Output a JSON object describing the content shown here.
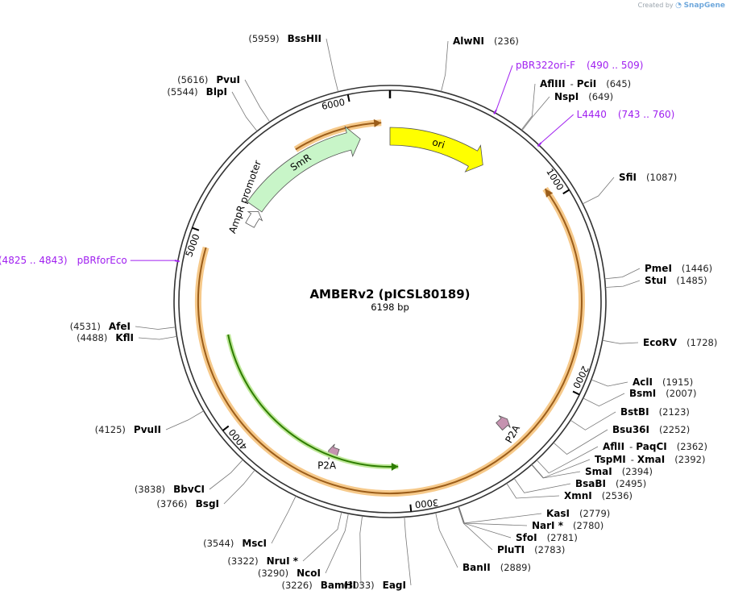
{
  "credit": {
    "prefix": "Created by",
    "brand": "SnapGene"
  },
  "plasmid": {
    "name": "AMBERv2 (pICSL80189)",
    "length_label": "6198 bp",
    "length": 6198
  },
  "ticks": [
    {
      "pos": 1000,
      "label": "1000"
    },
    {
      "pos": 2000,
      "label": "2000"
    },
    {
      "pos": 3000,
      "label": "3000"
    },
    {
      "pos": 4000,
      "label": "4000"
    },
    {
      "pos": 5000,
      "label": "5000"
    },
    {
      "pos": 6000,
      "label": "6000"
    }
  ],
  "features": [
    {
      "name": "ori",
      "label": "ori",
      "type": "ori",
      "color": "#ffff00",
      "start": 0,
      "end": 589,
      "strand": 1
    },
    {
      "name": "SmR",
      "label": "SmR",
      "type": "cds",
      "color": "#c8f5c8",
      "start": 5250,
      "end": 6020,
      "strand": 1
    },
    {
      "name": "AmpR promoter",
      "label": "AmpR promoter",
      "type": "promoter",
      "color": "#ffffff",
      "start": 5140,
      "end": 5240,
      "strand": 1
    },
    {
      "name": "P2A",
      "label": "P2A",
      "type": "small",
      "color": "#c593b0",
      "start": 2325,
      "end": 2390,
      "strand": -1
    },
    {
      "name": "P2A",
      "label": "P2A",
      "type": "small",
      "color": "#c593b0",
      "start": 3425,
      "end": 3485,
      "strand": 1
    },
    {
      "name": "green-orf",
      "label": "",
      "type": "orf",
      "color": "#2e8b00",
      "start": 3050,
      "end": 4450,
      "strand": -1
    }
  ],
  "orfs": [
    {
      "start": 5650,
      "end": 6150,
      "strand": 1
    },
    {
      "start": 930,
      "end": 4930,
      "strand": -1
    }
  ],
  "primers": [
    {
      "name": "pBR322ori-F",
      "range": "(490 .. 509)",
      "pos": 500
    },
    {
      "name": "L4440",
      "range": "(743 .. 760)",
      "pos": 751
    },
    {
      "name": "pBRforEco",
      "range": "(4825 .. 4843)",
      "pos": 4834
    }
  ],
  "sites": [
    {
      "name": "AlwNI",
      "pos": "(236)",
      "bp": 236
    },
    {
      "name": "AflIII",
      "sep": "-",
      "name2": "PciI",
      "pos": "(645)",
      "bp": 645
    },
    {
      "name": "NspI",
      "pos": "(649)",
      "bp": 649
    },
    {
      "name": "SfiI",
      "pos": "(1087)",
      "bp": 1087
    },
    {
      "name": "PmeI",
      "pos": "(1446)",
      "bp": 1446
    },
    {
      "name": "StuI",
      "pos": "(1485)",
      "bp": 1485
    },
    {
      "name": "EcoRV",
      "pos": "(1728)",
      "bp": 1728
    },
    {
      "name": "AclI",
      "pos": "(1915)",
      "bp": 1915
    },
    {
      "name": "BsmI",
      "pos": "(2007)",
      "bp": 2007
    },
    {
      "name": "BstBI",
      "pos": "(2123)",
      "bp": 2123
    },
    {
      "name": "Bsu36I",
      "pos": "(2252)",
      "bp": 2252
    },
    {
      "name": "AflII",
      "sep": "-",
      "name2": "PaqCI",
      "pos": "(2362)",
      "bp": 2362
    },
    {
      "name": "TspMI",
      "sep": "-",
      "name2": "XmaI",
      "pos": "(2392)",
      "bp": 2392
    },
    {
      "name": "SmaI",
      "pos": "(2394)",
      "bp": 2394
    },
    {
      "name": "BsaBI",
      "pos": "(2495)",
      "bp": 2495
    },
    {
      "name": "XmnI",
      "pos": "(2536)",
      "bp": 2536
    },
    {
      "name": "KasI",
      "pos": "(2779)",
      "bp": 2779
    },
    {
      "name": "NarI *",
      "pos": "(2780)",
      "bp": 2780
    },
    {
      "name": "SfoI",
      "pos": "(2781)",
      "bp": 2781
    },
    {
      "name": "PluTI",
      "pos": "(2783)",
      "bp": 2783
    },
    {
      "name": "BanII",
      "pos": "(2889)",
      "bp": 2889
    },
    {
      "name": "EagI",
      "pos": "(3033)",
      "bp": 3033
    },
    {
      "name": "BamHI",
      "pos": "(3226)",
      "bp": 3226
    },
    {
      "name": "NcoI",
      "pos": "(3290)",
      "bp": 3290
    },
    {
      "name": "NruI *",
      "pos": "(3322)",
      "bp": 3322
    },
    {
      "name": "MscI",
      "pos": "(3544)",
      "bp": 3544
    },
    {
      "name": "BsgI",
      "pos": "(3766)",
      "bp": 3766
    },
    {
      "name": "BbvCI",
      "pos": "(3838)",
      "bp": 3838
    },
    {
      "name": "PvuII",
      "pos": "(4125)",
      "bp": 4125
    },
    {
      "name": "KflI",
      "pos": "(4488)",
      "bp": 4488
    },
    {
      "name": "AfeI",
      "pos": "(4531)",
      "bp": 4531
    },
    {
      "name": "BlpI",
      "pos": "(5544)",
      "bp": 5544
    },
    {
      "name": "PvuI",
      "pos": "(5616)",
      "bp": 5616
    },
    {
      "name": "BssHII",
      "pos": "(5959)",
      "bp": 5959
    }
  ]
}
